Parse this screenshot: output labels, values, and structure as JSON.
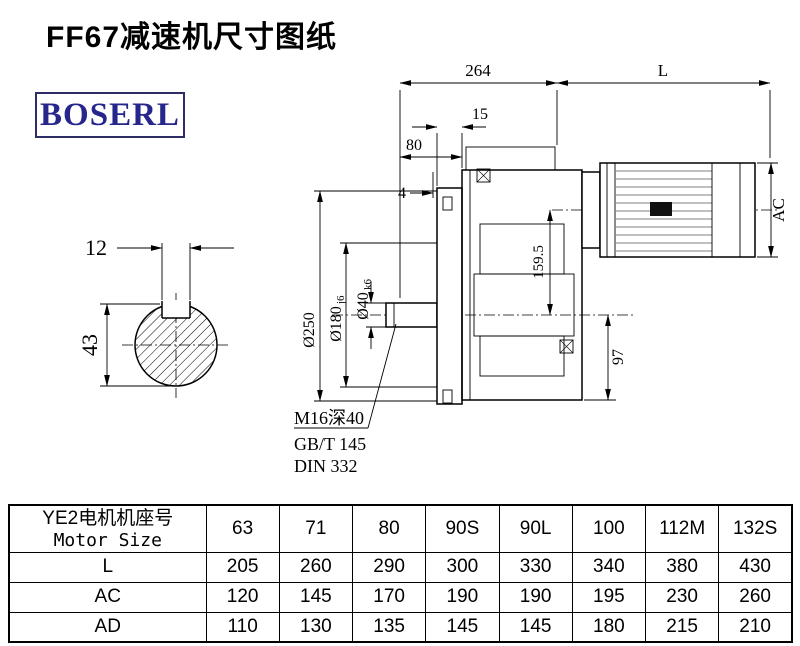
{
  "title": "FF67减速机尺寸图纸",
  "logo": "BOSERL",
  "drawing": {
    "dim_264": "264",
    "dim_L": "L",
    "dim_15": "15",
    "dim_80": "80",
    "dim_4": "4",
    "dim_AC": "AC",
    "dim_12": "12",
    "dim_43": "43",
    "dim_d250": "Ø250",
    "dim_d180": "Ø180",
    "dim_d180_tol": "j6",
    "dim_d40": "Ø40",
    "dim_d40_tol": "k6",
    "dim_159_5": "159.5",
    "dim_97": "97",
    "note_line1": "M16深40",
    "note_line2": "GB/T 145",
    "note_line3": "DIN 332"
  },
  "table": {
    "header_cn": "YE2电机机座号",
    "header_en": "Motor Size",
    "sizes": [
      "63",
      "71",
      "80",
      "90S",
      "90L",
      "100",
      "112M",
      "132S"
    ],
    "rows": [
      {
        "label": "L",
        "values": [
          "205",
          "260",
          "290",
          "300",
          "330",
          "340",
          "380",
          "430"
        ]
      },
      {
        "label": "AC",
        "values": [
          "120",
          "145",
          "170",
          "190",
          "190",
          "195",
          "230",
          "260"
        ]
      },
      {
        "label": "AD",
        "values": [
          "110",
          "130",
          "135",
          "145",
          "145",
          "180",
          "215",
          "210"
        ]
      }
    ]
  }
}
